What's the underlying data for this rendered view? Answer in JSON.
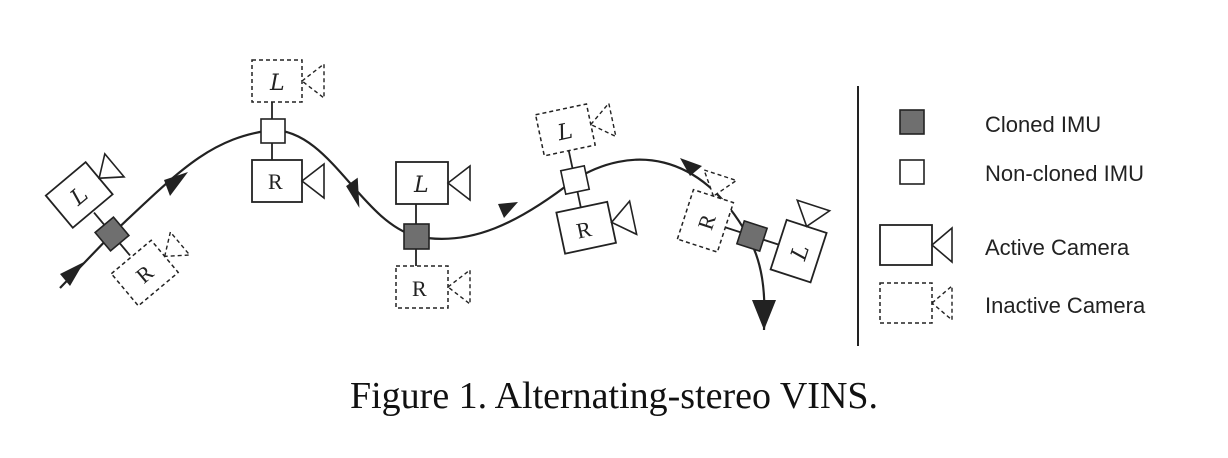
{
  "diagram": {
    "camera_labels": {
      "left": "L",
      "right": "R"
    },
    "legend": {
      "cloned_imu": "Cloned IMU",
      "non_cloned_imu": "Non-cloned IMU",
      "active_camera": "Active Camera",
      "inactive_camera": "Inactive Camera"
    },
    "colors": {
      "cloned_imu_fill": "#6f6f6f",
      "non_cloned_imu_fill": "#ffffff",
      "stroke": "#222222"
    }
  },
  "caption": "Figure 1. Alternating-stereo VINS."
}
